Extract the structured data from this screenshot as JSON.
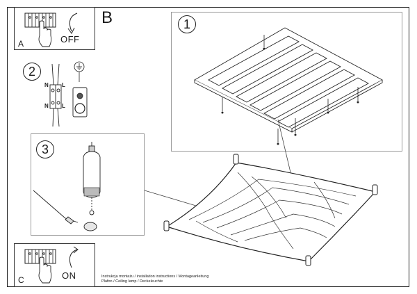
{
  "sections": {
    "a": {
      "letter": "A",
      "action": "OFF"
    },
    "b": {
      "letter": "B"
    },
    "c": {
      "letter": "C",
      "action": "ON"
    }
  },
  "steps": {
    "step1": "1",
    "step2": "2",
    "step3": "3"
  },
  "wiring": {
    "n_top": "N",
    "l_top": "L",
    "n_bottom": "N",
    "l_bottom": "L"
  },
  "caption": {
    "line1": "Instrukcja montażu / installation instructions / Montageanleitung",
    "line2": "Plafon / Ceiling lamp / Deckeleuchte"
  },
  "icons": [
    "terminal-block-icon",
    "hand-icon",
    "arrow-icon",
    "ground-symbol-icon",
    "bulb-icon",
    "lamp-holder-icon",
    "screw-icon"
  ]
}
